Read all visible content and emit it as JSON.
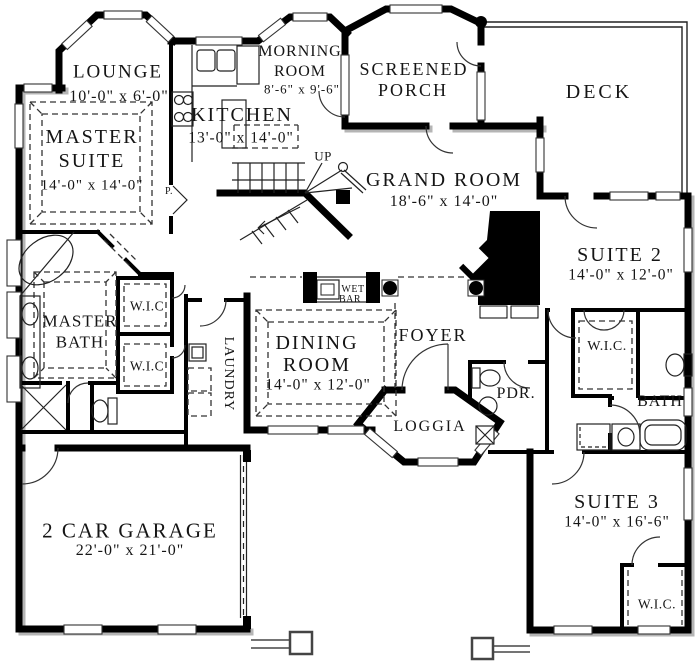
{
  "rooms": {
    "lounge": {
      "name": "LOUNGE",
      "dims": "10'-0\" x 6'-0\""
    },
    "master_suite": {
      "line1": "MASTER",
      "line2": "SUITE",
      "dims": "14'-0\" x 14'-0\""
    },
    "kitchen": {
      "name": "KITCHEN",
      "dims": "13'-0\" x 14'-0\""
    },
    "morning_room": {
      "line1": "MORNING",
      "line2": "ROOM",
      "dims": "8'-6\" x 9'-6\""
    },
    "screened_porch": {
      "line1": "SCREENED",
      "line2": "PORCH"
    },
    "deck": {
      "name": "DECK"
    },
    "grand_room": {
      "name": "GRAND ROOM",
      "dims": "18'-6\" x 14'-0\""
    },
    "suite_2": {
      "name": "SUITE 2",
      "dims": "14'-0\" x 12'-0\""
    },
    "master_bath": {
      "line1": "MASTER",
      "line2": "BATH"
    },
    "wic_master_upper": {
      "name": "W.I.C"
    },
    "wic_master_lower": {
      "name": "W.I.C"
    },
    "laundry": {
      "name": "LAUNDRY"
    },
    "dining_room": {
      "line1": "DINING",
      "line2": "ROOM",
      "dims": "14'-0\" x 12'-0\""
    },
    "wet_bar": {
      "line1": "WET",
      "line2": "BAR"
    },
    "foyer": {
      "name": "FOYER"
    },
    "pdr": {
      "name": "PDR."
    },
    "wic_suite_2": {
      "name": "W.I.C."
    },
    "bath": {
      "name": "BATH"
    },
    "loggia": {
      "name": "LOGGIA"
    },
    "suite_3": {
      "name": "SUITE 3",
      "dims": "14'-0\" x 16'-6\""
    },
    "wic_suite_3": {
      "name": "W.I.C."
    },
    "garage": {
      "name": "2 CAR GARAGE",
      "dims": "22'-0\" x 21'-0\""
    },
    "stairs": {
      "label": "UP"
    },
    "pantry": {
      "label": "P."
    }
  },
  "colors": {
    "wall": "#000000",
    "background": "#ffffff",
    "shadow": "#b5b5b5",
    "text": "#151515"
  }
}
